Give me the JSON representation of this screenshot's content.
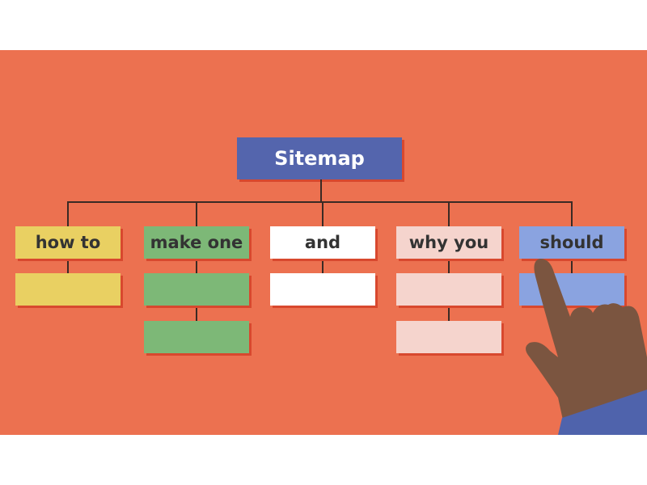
{
  "title": "Sitemap",
  "columns": [
    {
      "label": "how to",
      "color": "#E9D062",
      "children": 1
    },
    {
      "label": "make one",
      "color": "#7DB877",
      "children": 2
    },
    {
      "label": "and",
      "color": "#FFFFFF",
      "children": 1
    },
    {
      "label": "why you",
      "color": "#F5D4CD",
      "children": 2
    },
    {
      "label": "should",
      "color": "#8AA3E0",
      "children": 1
    }
  ],
  "colors": {
    "background": "#EC7150",
    "root": "#5465AD",
    "hand": "#7B5540",
    "sleeve": "#4F63AC"
  }
}
